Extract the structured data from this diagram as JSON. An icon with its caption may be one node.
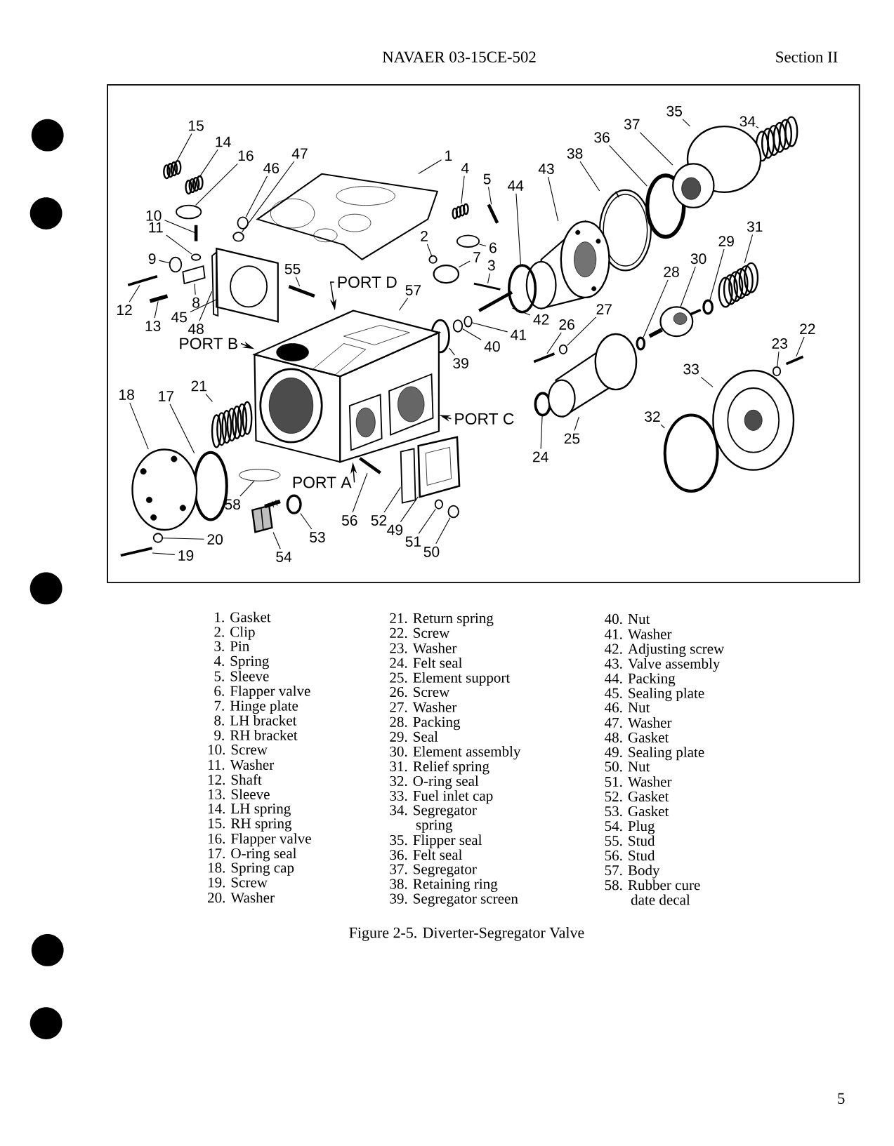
{
  "diagram": {
    "caption": "Figure 2-5. Diverter-Segregator Valve",
    "nodes": [
      {
        "text": [
          "1"
        ]
      },
      {
        "text": [
          "2"
        ]
      },
      {
        "text": [
          "3"
        ]
      },
      {
        "text": [
          "4"
        ]
      },
      {
        "text": [
          "5"
        ]
      },
      {
        "text": [
          "6"
        ]
      },
      {
        "text": [
          "7"
        ]
      },
      {
        "text": [
          "8"
        ]
      },
      {
        "text": [
          "9"
        ]
      },
      {
        "text": [
          "10"
        ]
      },
      {
        "text": [
          "11"
        ]
      },
      {
        "text": [
          "12"
        ]
      },
      {
        "text": [
          "13"
        ]
      },
      {
        "text": [
          "14"
        ]
      },
      {
        "text": [
          "15"
        ]
      },
      {
        "text": [
          "16"
        ]
      },
      {
        "text": [
          "17"
        ]
      },
      {
        "text": [
          "18"
        ]
      },
      {
        "text": [
          "19"
        ]
      },
      {
        "text": [
          "20"
        ]
      },
      {
        "text": [
          "21"
        ]
      },
      {
        "text": [
          "22"
        ]
      },
      {
        "text": [
          "23"
        ]
      },
      {
        "text": [
          "24"
        ]
      },
      {
        "text": [
          "25"
        ]
      },
      {
        "text": [
          "26"
        ]
      },
      {
        "text": [
          "27"
        ]
      },
      {
        "text": [
          "28"
        ]
      },
      {
        "text": [
          "29"
        ]
      },
      {
        "text": [
          "30"
        ]
      },
      {
        "text": [
          "31"
        ]
      },
      {
        "text": [
          "32"
        ]
      },
      {
        "text": [
          "33"
        ]
      },
      {
        "text": [
          "34"
        ]
      },
      {
        "text": [
          "35"
        ]
      },
      {
        "text": [
          "36"
        ]
      },
      {
        "text": [
          "37"
        ]
      },
      {
        "text": [
          "38"
        ]
      },
      {
        "text": [
          "39"
        ]
      },
      {
        "text": [
          "40"
        ]
      },
      {
        "text": [
          "41"
        ]
      },
      {
        "text": [
          "42"
        ]
      },
      {
        "text": [
          "43"
        ]
      },
      {
        "text": [
          "44"
        ]
      },
      {
        "text": [
          "45"
        ]
      },
      {
        "text": [
          "46"
        ]
      },
      {
        "text": [
          "47"
        ]
      },
      {
        "text": [
          "48"
        ]
      },
      {
        "text": [
          "49"
        ]
      },
      {
        "text": [
          "50"
        ]
      },
      {
        "text": [
          "51"
        ]
      },
      {
        "text": [
          "52"
        ]
      },
      {
        "text": [
          "53"
        ]
      },
      {
        "text": [
          "54"
        ]
      },
      {
        "text": [
          "55"
        ]
      },
      {
        "text": [
          "56"
        ]
      },
      {
        "text": [
          "57"
        ]
      },
      {
        "text": [
          "58"
        ]
      },
      {
        "text": [
          "PORT D"
        ]
      },
      {
        "text": [
          "PORT B"
        ]
      },
      {
        "text": [
          "PORT C"
        ]
      },
      {
        "text": [
          "PORT A"
        ]
      },
      {
        "text": [],
        "shape": "picture"
      },
      {
        "text": [],
        "shape": "circle"
      },
      {
        "text": [],
        "shape": "bar"
      },
      {
        "text": [],
        "shape": "picture"
      },
      {
        "text": [],
        "shape": "bar"
      },
      {
        "text": [],
        "shape": "circle"
      },
      {
        "text": [],
        "shape": "circle"
      },
      {
        "text": [],
        "shape": "box"
      },
      {
        "text": [],
        "shape": "circle"
      },
      {
        "text": [],
        "shape": "bar"
      },
      {
        "text": [],
        "shape": "circle"
      },
      {
        "text": [],
        "shape": "bar"
      },
      {
        "text": [],
        "shape": "bar"
      },
      {
        "text": [],
        "shape": "picture"
      },
      {
        "text": [],
        "shape": "picture"
      },
      {
        "text": [],
        "shape": "circle"
      },
      {
        "text": [],
        "shape": "circle"
      },
      {
        "text": [],
        "shape": "picture"
      },
      {
        "text": [],
        "shape": "bar"
      },
      {
        "text": [],
        "shape": "circle"
      },
      {
        "text": [],
        "shape": "picture"
      },
      {
        "text": [],
        "shape": "bar"
      },
      {
        "text": [],
        "shape": "circle"
      },
      {
        "text": [],
        "shape": "circle"
      },
      {
        "text": [],
        "shape": "picture"
      },
      {
        "text": [],
        "shape": "bar"
      },
      {
        "text": [],
        "shape": "circle"
      },
      {
        "text": [],
        "shape": "circle"
      },
      {
        "text": [],
        "shape": "circle"
      },
      {
        "text": [],
        "shape": "picture"
      },
      {
        "text": [],
        "shape": "picture"
      },
      {
        "text": [],
        "shape": "circle"
      },
      {
        "text": [],
        "shape": "picture"
      },
      {
        "text": [],
        "shape": "picture"
      },
      {
        "text": [],
        "shape": "circle"
      },
      {
        "text": [],
        "shape": "circle"
      },
      {
        "text": [],
        "shape": "picture"
      },
      {
        "text": [],
        "shape": "picture"
      },
      {
        "text": [],
        "shape": "circle"
      },
      {
        "text": [],
        "shape": "circle"
      },
      {
        "text": [],
        "shape": "circle"
      },
      {
        "text": [],
        "shape": "bar"
      },
      {
        "text": [],
        "shape": "picture"
      },
      {
        "text": [],
        "shape": "circle"
      },
      {
        "text": [],
        "shape": "picture"
      },
      {
        "text": [],
        "shape": "circle"
      },
      {
        "text": [],
        "shape": "circle"
      },
      {
        "text": [],
        "shape": "box"
      },
      {
        "text": [],
        "shape": "picture"
      },
      {
        "text": [],
        "shape": "circle"
      },
      {
        "text": [],
        "shape": "circle"
      },
      {
        "text": [],
        "shape": "box"
      },
      {
        "text": [],
        "shape": "circle"
      },
      {
        "text": [],
        "shape": "picture"
      },
      {
        "text": [],
        "shape": "bar"
      },
      {
        "text": [],
        "shape": "bar"
      },
      {
        "text": [],
        "shape": "picture"
      },
      {
        "text": [],
        "shape": "circle"
      }
    ],
    "edges": [
      {
        "from": 0,
        "to": 62,
        "arrow": "none"
      },
      {
        "from": 1,
        "to": 63,
        "arrow": "none"
      },
      {
        "from": 2,
        "to": 64,
        "arrow": "none"
      },
      {
        "from": 3,
        "to": 65,
        "arrow": "none"
      },
      {
        "from": 4,
        "to": 66,
        "arrow": "none"
      },
      {
        "from": 5,
        "to": 67,
        "arrow": "none"
      },
      {
        "from": 6,
        "to": 68,
        "arrow": "none"
      },
      {
        "from": 7,
        "to": 69,
        "arrow": "none"
      },
      {
        "from": 8,
        "to": 70,
        "arrow": "none"
      },
      {
        "from": 9,
        "to": 71,
        "arrow": "none"
      },
      {
        "from": 10,
        "to": 72,
        "arrow": "none"
      },
      {
        "from": 11,
        "to": 73,
        "arrow": "none"
      },
      {
        "from": 12,
        "to": 74,
        "arrow": "none"
      },
      {
        "from": 13,
        "to": 75,
        "arrow": "none"
      },
      {
        "from": 14,
        "to": 76,
        "arrow": "none"
      },
      {
        "from": 15,
        "to": 77,
        "arrow": "none"
      },
      {
        "from": 16,
        "to": 78,
        "arrow": "none"
      },
      {
        "from": 17,
        "to": 79,
        "arrow": "none"
      },
      {
        "from": 18,
        "to": 80,
        "arrow": "none"
      },
      {
        "from": 19,
        "to": 81,
        "arrow": "none"
      },
      {
        "from": 20,
        "to": 82,
        "arrow": "none"
      },
      {
        "from": 21,
        "to": 83,
        "arrow": "none"
      },
      {
        "from": 22,
        "to": 84,
        "arrow": "none"
      },
      {
        "from": 23,
        "to": 85,
        "arrow": "none"
      },
      {
        "from": 24,
        "to": 86,
        "arrow": "none"
      },
      {
        "from": 25,
        "to": 87,
        "arrow": "none"
      },
      {
        "from": 26,
        "to": 88,
        "arrow": "none"
      },
      {
        "from": 27,
        "to": 89,
        "arrow": "none"
      },
      {
        "from": 28,
        "to": 90,
        "arrow": "none"
      },
      {
        "from": 29,
        "to": 91,
        "arrow": "none"
      },
      {
        "from": 30,
        "to": 92,
        "arrow": "none"
      },
      {
        "from": 31,
        "to": 93,
        "arrow": "none"
      },
      {
        "from": 32,
        "to": 94,
        "arrow": "none"
      },
      {
        "from": 33,
        "to": 95,
        "arrow": "none"
      },
      {
        "from": 34,
        "to": 96,
        "arrow": "none"
      },
      {
        "from": 35,
        "to": 97,
        "arrow": "none"
      },
      {
        "from": 36,
        "to": 98,
        "arrow": "none"
      },
      {
        "from": 37,
        "to": 99,
        "arrow": "none"
      },
      {
        "from": 38,
        "to": 100,
        "arrow": "none"
      },
      {
        "from": 39,
        "to": 101,
        "arrow": "none"
      },
      {
        "from": 40,
        "to": 102,
        "arrow": "none"
      },
      {
        "from": 41,
        "to": 103,
        "arrow": "none"
      },
      {
        "from": 42,
        "to": 104,
        "arrow": "none"
      },
      {
        "from": 43,
        "to": 105,
        "arrow": "none"
      },
      {
        "from": 44,
        "to": 106,
        "arrow": "none"
      },
      {
        "from": 45,
        "to": 107,
        "arrow": "none"
      },
      {
        "from": 46,
        "to": 108,
        "arrow": "none"
      },
      {
        "from": 47,
        "to": 109,
        "arrow": "none"
      },
      {
        "from": 48,
        "to": 110,
        "arrow": "none"
      },
      {
        "from": 49,
        "to": 111,
        "arrow": "none"
      },
      {
        "from": 50,
        "to": 112,
        "arrow": "none"
      },
      {
        "from": 51,
        "to": 113,
        "arrow": "none"
      },
      {
        "from": 52,
        "to": 114,
        "arrow": "none"
      },
      {
        "from": 53,
        "to": 115,
        "arrow": "none"
      },
      {
        "from": 54,
        "to": 116,
        "arrow": "none"
      },
      {
        "from": 55,
        "to": 117,
        "arrow": "none"
      },
      {
        "from": 56,
        "to": 118,
        "arrow": "none"
      },
      {
        "from": 57,
        "to": 119,
        "arrow": "none"
      },
      {
        "from": 58,
        "to": 118,
        "arrow": "to"
      },
      {
        "from": 59,
        "to": 118,
        "arrow": "to"
      },
      {
        "from": 60,
        "to": 118,
        "arrow": "to"
      },
      {
        "from": 61,
        "to": 118,
        "arrow": "to"
      }
    ],
    "labels": [
      "NAVAER 03-15CE-502",
      "Section II",
      "1. Gasket",
      "2. Clip",
      "3. Pin",
      "4. Spring",
      "5. Sleeve",
      "6. Flapper valve",
      "7. Hinge plate",
      "8. LH bracket",
      "9. RH bracket",
      "10. Screw",
      "11. Washer",
      "12. Shaft",
      "13. Sleeve",
      "14. LH spring",
      "15. RH spring",
      "16. Flapper valve",
      "17. O-ring seal",
      "18. Spring cap",
      "19. Screw",
      "20. Washer",
      "21. Return spring",
      "22. Screw",
      "23. Washer",
      "24. Felt seal",
      "25. Element support",
      "26. Screw",
      "27. Washer",
      "28. Packing",
      "29. Seal",
      "30. Element assembly",
      "31. Relief spring",
      "32. O-ring seal",
      "33. Fuel inlet cap",
      "34. Segregator spring",
      "35. Flipper seal",
      "36. Felt seal",
      "37. Segregator",
      "38. Retaining ring",
      "39. Segregator screen",
      "40. Nut",
      "41. Washer",
      "42. Adjusting screw",
      "43. Valve assembly",
      "44. Packing",
      "45. Sealing plate",
      "46. Nut",
      "47. Washer",
      "48. Gasket",
      "49. Sealing plate",
      "50. Nut",
      "51. Washer",
      "52. Gasket",
      "53. Gasket",
      "54. Plug",
      "55. Stud",
      "56. Stud",
      "57. Body",
      "58. Rubber cure date decal",
      "5"
    ]
  }
}
